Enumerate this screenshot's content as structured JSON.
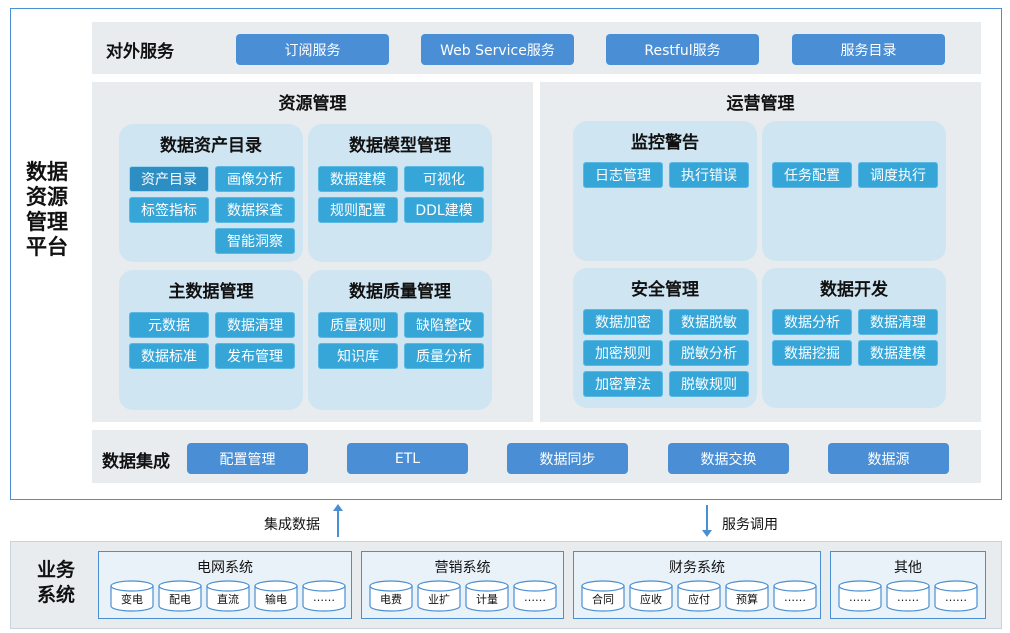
{
  "platform_title": "数据\n资源\n管理\n平台",
  "external": {
    "label": "对外服务",
    "items": [
      "订阅服务",
      "Web Service服务",
      "Restful服务",
      "服务目录"
    ]
  },
  "resource": {
    "label": "资源管理",
    "cards": [
      {
        "title": "数据资产目录",
        "items": [
          "资产目录",
          "画像分析",
          "标签指标",
          "数据探查",
          "智能洞察"
        ]
      },
      {
        "title": "数据模型管理",
        "items": [
          "数据建模",
          "可视化",
          "规则配置",
          "DDL建模"
        ]
      },
      {
        "title": "主数据管理",
        "items": [
          "元数据",
          "数据清理",
          "数据标准",
          "发布管理"
        ]
      },
      {
        "title": "数据质量管理",
        "items": [
          "质量规则",
          "缺陷整改",
          "知识库",
          "质量分析"
        ]
      }
    ]
  },
  "ops": {
    "label": "运营管理",
    "cards": [
      {
        "title": "监控警告",
        "items": [
          "日志管理",
          "执行错误"
        ]
      },
      {
        "title": "",
        "items": [
          "任务配置",
          "调度执行"
        ]
      },
      {
        "title": "安全管理",
        "items": [
          "数据加密",
          "数据脱敏",
          "加密规则",
          "脱敏分析",
          "加密算法",
          "脱敏规则"
        ]
      },
      {
        "title": "数据开发",
        "items": [
          "数据分析",
          "数据清理",
          "数据挖掘",
          "数据建模"
        ]
      }
    ]
  },
  "integration": {
    "label": "数据集成",
    "items": [
      "配置管理",
      "ETL",
      "数据同步",
      "数据交换",
      "数据源"
    ]
  },
  "arrows": {
    "up_label": "集成数据",
    "down_label": "服务调用"
  },
  "business": {
    "title": "业务\n系统",
    "systems": [
      {
        "name": "电网系统",
        "dbs": [
          "变电",
          "配电",
          "直流",
          "输电",
          "……"
        ]
      },
      {
        "name": "营销系统",
        "dbs": [
          "电费",
          "业扩",
          "计量",
          "……"
        ]
      },
      {
        "name": "财务系统",
        "dbs": [
          "合同",
          "应收",
          "应付",
          "预算",
          "……"
        ]
      },
      {
        "name": "其他",
        "dbs": [
          "……",
          "……",
          "……"
        ]
      }
    ]
  },
  "colors": {
    "accent": "#4a8fd6",
    "chip": "#36a6d9",
    "card": "#cfe5f2",
    "band": "#e8ecef",
    "border": "#4a8fd1"
  }
}
